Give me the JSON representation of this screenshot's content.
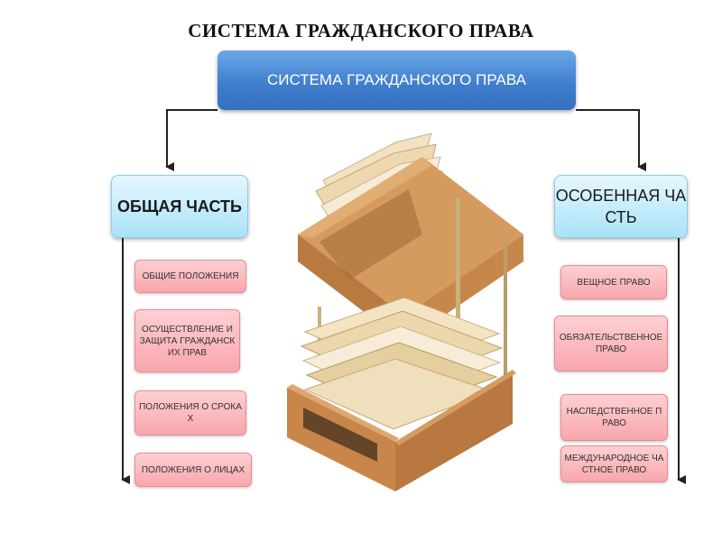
{
  "title": "СИСТЕМА ГРАЖДАНСКОГО ПРАВА",
  "root": {
    "label": "СИСТЕМА ГРАЖДАНСКОГО ПРАВА",
    "color": "#4a86d4"
  },
  "left_branch": {
    "label": "ОБЩАЯ ЧАСТЬ",
    "items": [
      "ОБЩИЕ ПОЛОЖЕНИЯ",
      "ОСУЩЕСТВЛЕНИЕ И ЗАЩИТА ГРАЖДАНСКИХ ПРАВ",
      "ПОЛОЖЕНИЯ О СРОКАХ",
      "ПОЛОЖЕНИЯ О ЛИЦАХ"
    ]
  },
  "right_branch": {
    "label": "ОСОБЕННАЯ ЧАСТЬ",
    "items": [
      "ВЕЩНОЕ ПРАВО",
      "ОБЯЗАТЕЛЬСТВЕННОЕПРАВО",
      "НАСЛЕДСТВЕННОЕ ПРАВО",
      "МЕЖДУНАРОДНОЕ ЧАСТНОЕ ПРАВО"
    ]
  },
  "colors": {
    "branch_fill": "#bfe9fa",
    "leaf_fill": "#fbb9be",
    "wood": "#c98a4f"
  }
}
